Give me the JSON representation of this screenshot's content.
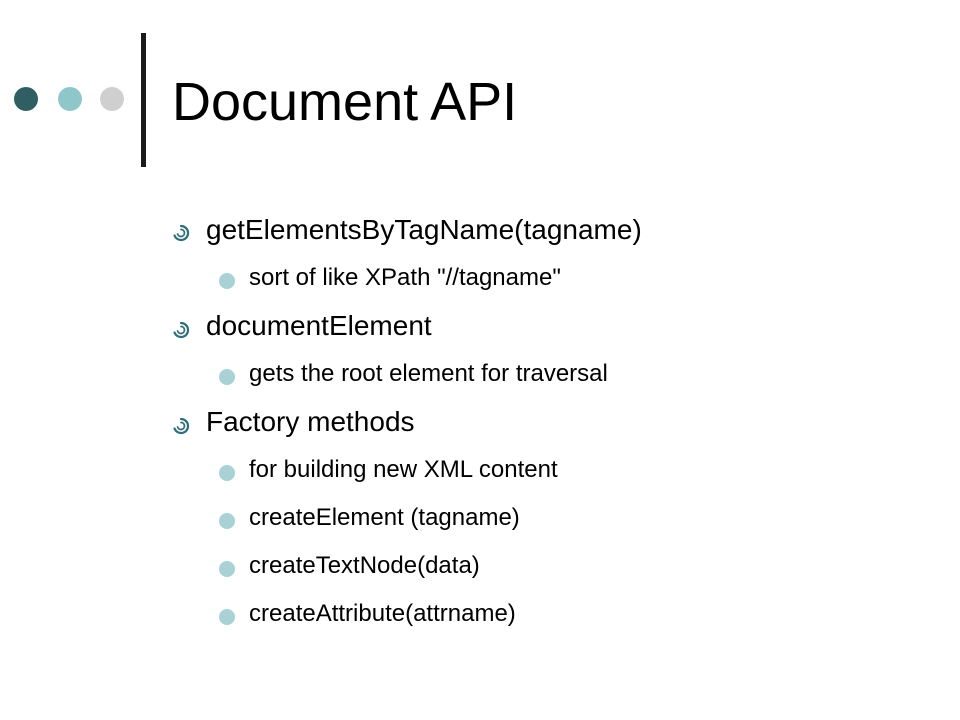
{
  "slide": {
    "title": "Document API",
    "bullets": [
      {
        "text": "getElementsByTagName(tagname)",
        "children": [
          "sort of like XPath \"//tagname\""
        ]
      },
      {
        "text": "documentElement",
        "children": [
          "gets the root element for traversal"
        ]
      },
      {
        "text": "Factory methods",
        "children": [
          "for building new XML content",
          "createElement (tagname)",
          "createTextNode(data)",
          "createAttribute(attrname)"
        ]
      }
    ]
  },
  "theme": {
    "dot_colors": [
      "#2f5f63",
      "#8ec6c9",
      "#cfcfcf"
    ],
    "bullet_icon_color": "#2f6f7a",
    "sub_bullet_color": "#a8d2d6"
  }
}
